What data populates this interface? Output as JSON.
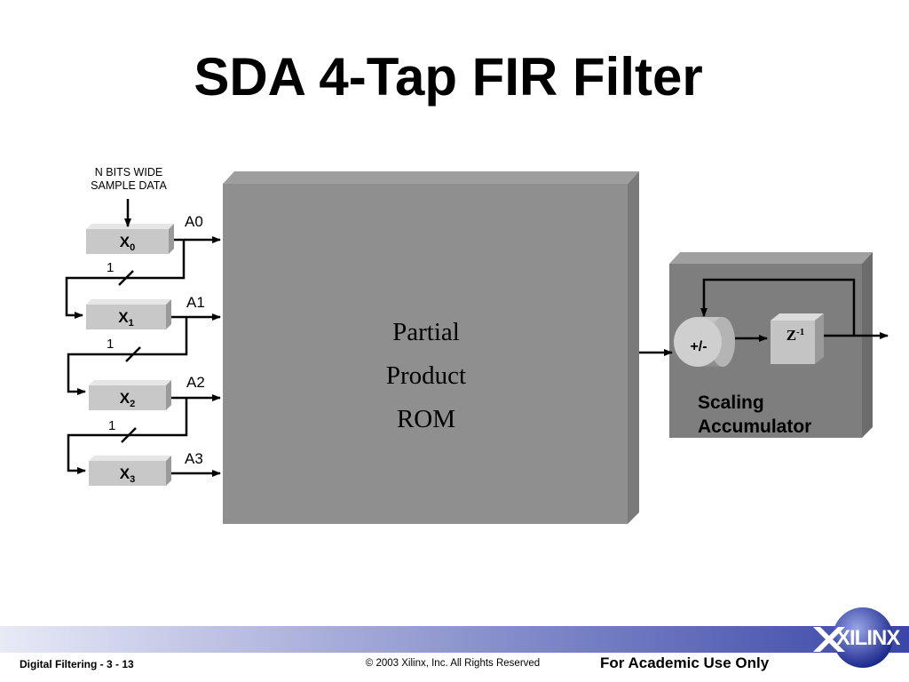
{
  "title": "SDA 4-Tap FIR Filter",
  "input_label": [
    "N BITS WIDE",
    "SAMPLE DATA"
  ],
  "registers": [
    {
      "name": "X",
      "sub": "0"
    },
    {
      "name": "X",
      "sub": "1"
    },
    {
      "name": "X",
      "sub": "2"
    },
    {
      "name": "X",
      "sub": "3"
    }
  ],
  "addresses": [
    "A0",
    "A1",
    "A2",
    "A3"
  ],
  "bit_width": "1",
  "rom_lines": [
    "Partial",
    "Product",
    "ROM"
  ],
  "adder_label": "+/-",
  "delay": {
    "name": "Z",
    "exp": "-1"
  },
  "accumulator_lines": [
    "Scaling",
    "Accumulator"
  ],
  "footer": {
    "left": "Digital Filtering  - 3 - 13",
    "center": "© 2003 Xilinx, Inc. All Rights Reserved",
    "right": "For Academic Use Only",
    "logo": "XILINX"
  }
}
